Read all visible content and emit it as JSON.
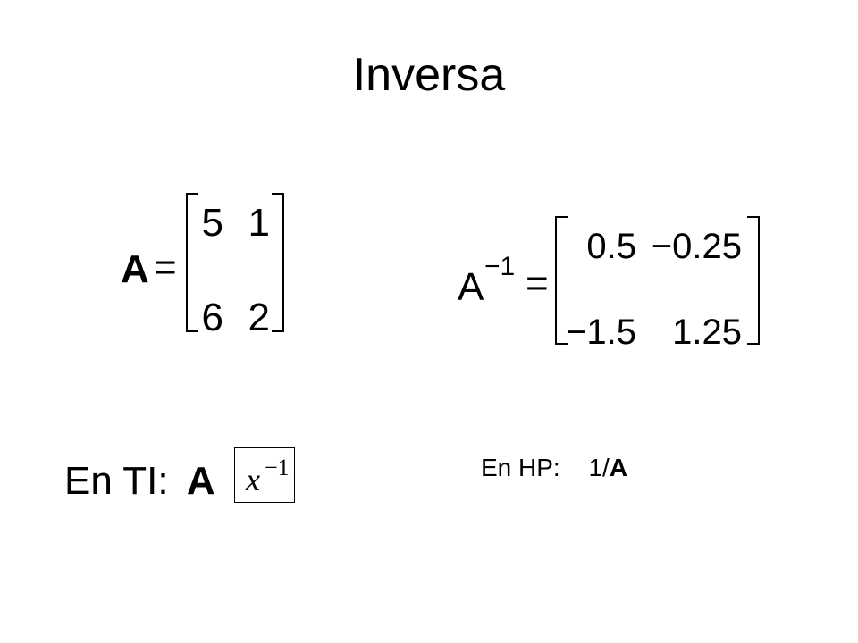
{
  "title": "Inversa",
  "matrix_a": {
    "name": "A",
    "equals": "=",
    "rows": [
      [
        "5",
        "1"
      ],
      [
        "6",
        "2"
      ]
    ]
  },
  "matrix_a_inv": {
    "name": "A",
    "superscript": "−1",
    "equals": "=",
    "rows": [
      [
        "0.5",
        "−0.25"
      ],
      [
        "−1.5",
        "1.25"
      ]
    ]
  },
  "ti": {
    "label": "En TI:",
    "matrix_name": "A",
    "key_base": "x",
    "key_superscript": "−1"
  },
  "hp": {
    "label": "En HP:",
    "prefix": "1/",
    "matrix_name": "A"
  }
}
